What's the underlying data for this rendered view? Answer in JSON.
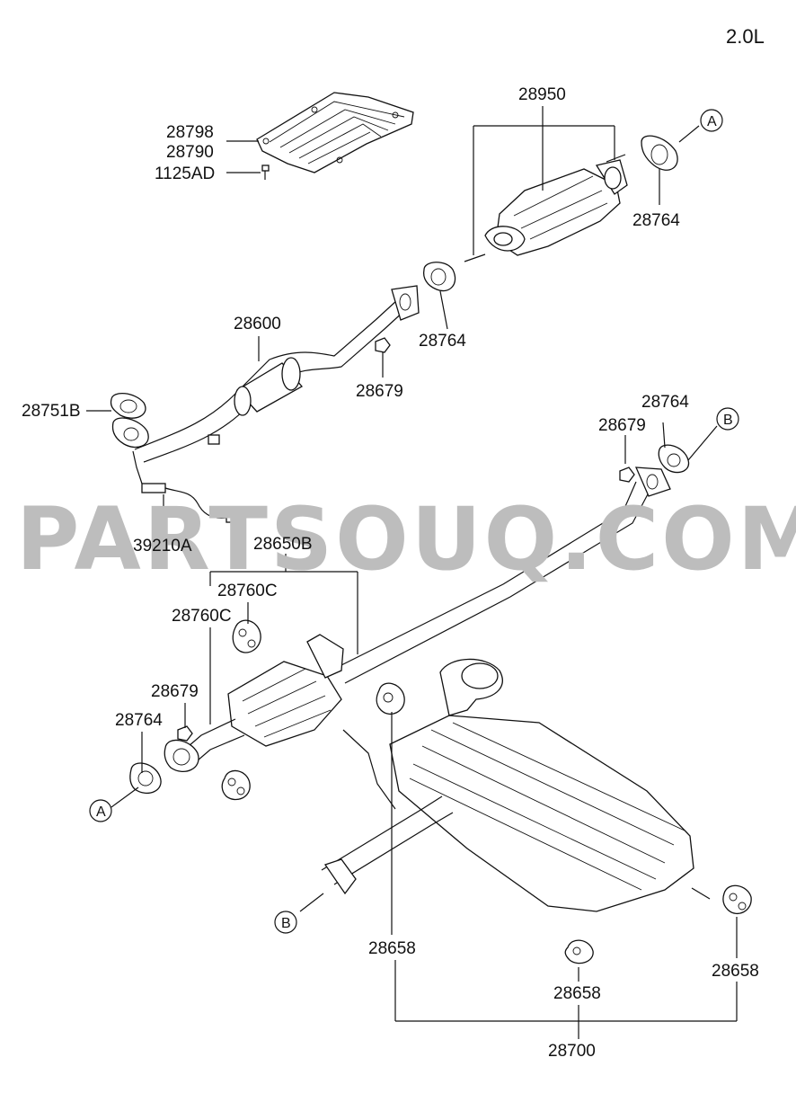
{
  "engine_variant": "2.0L",
  "watermark": "PARTSOUQ.COM",
  "parts": {
    "heat_protector_1": "28798",
    "heat_protector_2": "28790",
    "bolt": "1125AD",
    "catalytic_converter_assy": "28950",
    "gasket_cat_upper": "28764",
    "gasket_cat_lower": "28764",
    "front_pipe": "28600",
    "nut_front_pipe": "28679",
    "gasket_manifold": "28751B",
    "oxygen_sensor": "39210A",
    "nut_center_pipe": "28679",
    "gasket_center_pipe": "28764",
    "center_muffler_assy": "28650B",
    "hanger_center_upper": "28760C",
    "hanger_center_lower": "28760C",
    "nut_center_front": "28679",
    "gasket_center_front": "28764",
    "main_muffler_assy": "28700",
    "hanger_main_left": "28658",
    "hanger_main_mid": "28658",
    "hanger_main_right": "28658"
  },
  "reference_markers": {
    "a_top": "A",
    "a_bottom": "A",
    "b_top": "B",
    "b_bottom": "B"
  }
}
